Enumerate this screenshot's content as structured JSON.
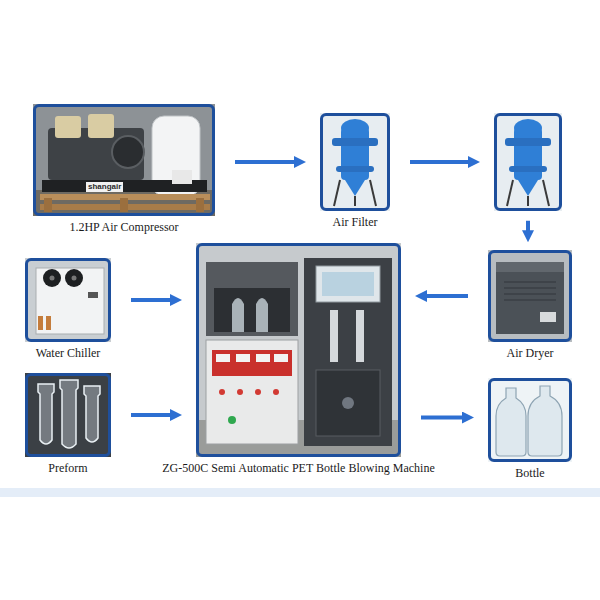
{
  "diagram": {
    "nodes": [
      {
        "text": [
          "1.2HP Air Compressor"
        ]
      },
      {
        "text": [
          "Air Filter"
        ]
      },
      {
        "text": []
      },
      {
        "text": [
          "Water Chiller"
        ]
      },
      {
        "text": [
          "ZG-500C Semi Automatic PET Bottle Blowing Machine"
        ]
      },
      {
        "text": [
          "Air Dryer"
        ]
      },
      {
        "text": [
          "Preform"
        ]
      },
      {
        "text": [
          "Bottle"
        ]
      }
    ],
    "edges": [
      {
        "from": 0,
        "to": 1,
        "arrow": "to"
      },
      {
        "from": 1,
        "to": 2,
        "arrow": "to"
      },
      {
        "from": 2,
        "to": 5,
        "arrow": "to"
      },
      {
        "from": 5,
        "to": 4,
        "arrow": "to"
      },
      {
        "from": 3,
        "to": 4,
        "arrow": "to"
      },
      {
        "from": 6,
        "to": 4,
        "arrow": "to"
      },
      {
        "from": 4,
        "to": 7,
        "arrow": "to"
      }
    ],
    "labels": [
      "shangair"
    ]
  }
}
